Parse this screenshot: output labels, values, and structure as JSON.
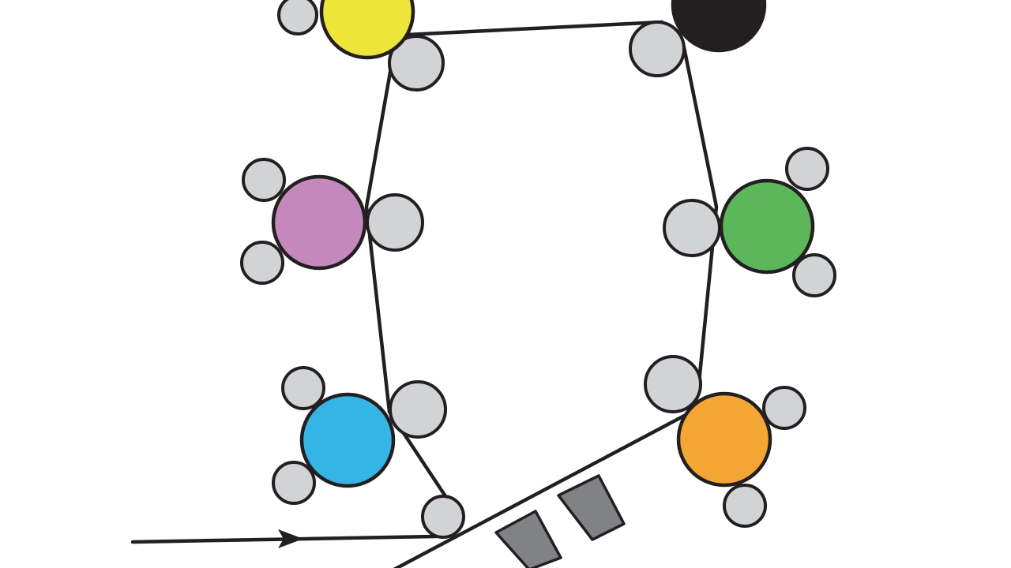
{
  "colors": {
    "yellow": "#ede53a",
    "black": "#231f20",
    "magenta": "#c488bd",
    "green": "#5cb65a",
    "blue": "#35b5e5",
    "orange": "#f4a634",
    "gray_atom": "#d1d3d4",
    "gray_block": "#808285",
    "line": "#231f20",
    "background": "#ffffff"
  },
  "central_atoms": [
    {
      "id": "yellow-atom",
      "color": "yellow"
    },
    {
      "id": "black-atom",
      "color": "black"
    },
    {
      "id": "magenta-atom",
      "color": "magenta"
    },
    {
      "id": "green-atom",
      "color": "green"
    },
    {
      "id": "blue-atom",
      "color": "blue"
    },
    {
      "id": "orange-atom",
      "color": "orange"
    }
  ],
  "small_atom_color": "gray_atom",
  "arrow": {
    "direction": "right"
  },
  "blocks_count": 2
}
